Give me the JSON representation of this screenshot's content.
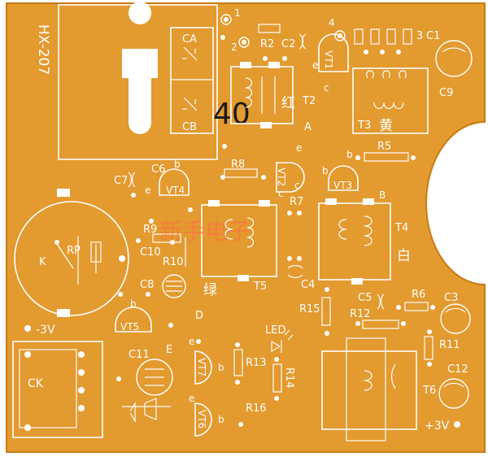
{
  "board": {
    "colors": {
      "substrate": "#e39a2e",
      "edge": "#c77b16",
      "silkscreen": "#ffffff",
      "ink": "#1a1a1a",
      "watermark": "#ff6a4a",
      "background": "#ffffff"
    },
    "model": "HX-207",
    "handwritten_mark": "40",
    "watermark": "新手电子",
    "labels": {
      "ca": "CA",
      "cb": "CB",
      "r2": "R2",
      "c2": "C2",
      "pin1": "1",
      "pin2": "2",
      "pin3": "3",
      "pin4": "4",
      "vt1": "VT1",
      "c1": "C1",
      "e_vt1": "e",
      "c_vt1": "c",
      "c9": "C9",
      "t2": "T2",
      "red": "红",
      "a": "A",
      "t3": "T3",
      "yellow": "黄",
      "r5": "R5",
      "c7": "C7",
      "c6": "C6",
      "b_vt4": "b",
      "e_vt4": "e",
      "vt4": "VT4",
      "r8": "R8",
      "vt2": "VT2",
      "e_vt2": "e",
      "c_vt2": "c",
      "b_vt2": "b",
      "vt3": "VT3",
      "b_vt3": "b",
      "r7": "R7",
      "c_r7": "c",
      "b_t4": "B",
      "t4": "T4",
      "white": "白",
      "r9": "R9",
      "rp": "RP",
      "k": "K",
      "c10": "C10",
      "r10": "R10",
      "c8": "C8",
      "t5": "T5",
      "green": "绿",
      "c4": "C4",
      "c5": "C5",
      "r6": "R6",
      "c3": "C3",
      "d": "D",
      "r15": "R15",
      "r12": "R12",
      "neg3v": "-3V",
      "vt5": "VT5",
      "b_vt5": "b",
      "led": "LED",
      "r11": "R11",
      "ck": "CK",
      "c11": "C11",
      "e_c11": "E",
      "vt7": "VT7",
      "e_vt7": "e",
      "b_vt7": "b",
      "r13": "R13",
      "r14": "R14",
      "t6": "T6",
      "c12": "C12",
      "r16": "R16",
      "vt6": "VT6",
      "e_vt6": "e",
      "b_vt6": "b",
      "pos3v": "+3V"
    }
  }
}
